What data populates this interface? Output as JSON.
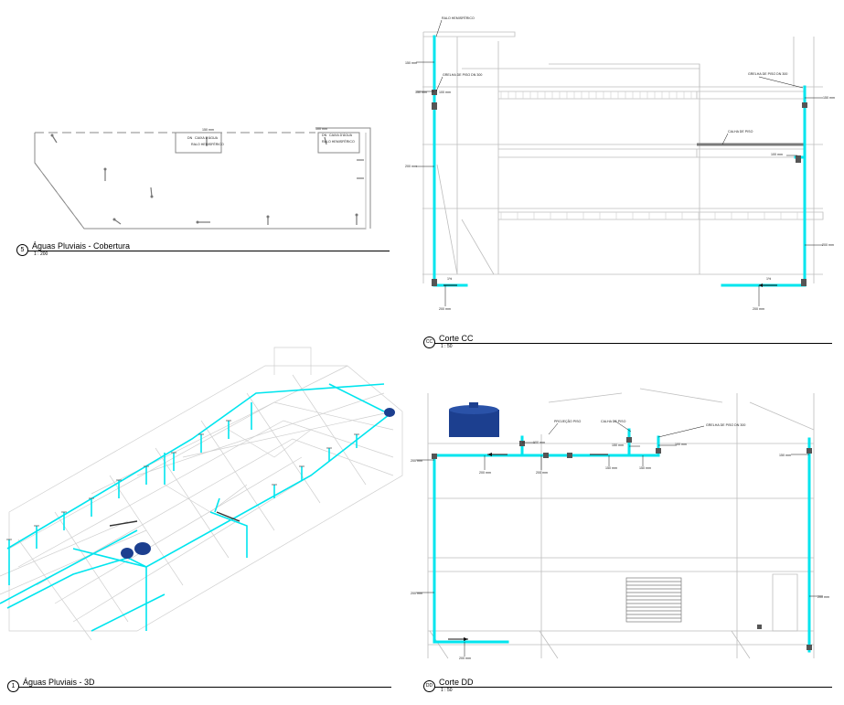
{
  "colors": {
    "pipe": "#00e5ee",
    "pipe_dark": "#00a8b8",
    "tank": "#1c3f8f",
    "line": "#6e6e6e",
    "light_line": "#c8c8c8"
  },
  "views": {
    "roof": {
      "number": "5",
      "title": "Águas Pluviais - Cobertura",
      "scale": "1 : 200",
      "labels": {
        "dim150_a": "150 mm",
        "dim100": "100 mm",
        "ralo_a": "RALO HEMISFÉRICO",
        "ralo_b": "RALO HEMISFÉRICO",
        "tank_a": "CAIXA D'ÁGUA",
        "tank_b": "CAIXA D'ÁGUA",
        "dn_a": "DN",
        "dn_b": "DN"
      }
    },
    "iso": {
      "number": "1",
      "title": "Águas Pluviais - 3D",
      "scale": ""
    },
    "cc": {
      "number": "CC",
      "title": "Corte CC",
      "scale": "1 : 50",
      "labels": {
        "ralo": "RALO HEMISFÉRICO",
        "grelha_left": "GRELHA DE PISO DN 300",
        "grelha_right": "GRELHA DE PISO DN 300",
        "calha": "CALHA DE PISO",
        "d150_top": "150 mm",
        "d150_left": "150 mm",
        "d100_left": "100 mm",
        "d200_left": "200 mm",
        "d150_right": "150 mm",
        "d100_right": "100 mm",
        "d200_right": "200 mm",
        "d200_bottom_left": "200 mm",
        "d200_bottom_right": "200 mm",
        "pct_left": "1%",
        "pct_right": "1%"
      }
    },
    "dd": {
      "number": "DD",
      "title": "Corte DD",
      "scale": "1 : 50",
      "labels": {
        "projecao": "PROJEÇÃO PISO",
        "calha": "CALHA DE PISO",
        "grelha": "GRELHA DE PISO DN 300",
        "d100_a": "100 mm",
        "d100_b": "100 mm",
        "d150": "150 mm",
        "d150_right": "150 mm",
        "d200_left": "200 mm",
        "d200_mid_a": "200 mm",
        "d200_mid_b": "200 mm",
        "d150_pipe_a": "150 mm",
        "d150_pipe_b": "150 mm",
        "d200_vert_left": "200 mm",
        "d200_vert_right": "200 mm",
        "d200_bottom": "200 mm"
      }
    }
  }
}
